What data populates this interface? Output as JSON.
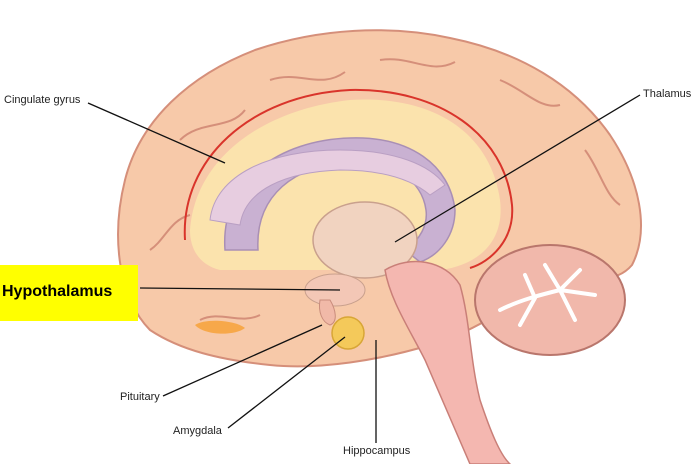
{
  "labels": {
    "cingulate": "Cingulate gyrus",
    "thalamus": "Thalamus",
    "hypothalamus": "Hypothalamus",
    "pituitary": "Pituitary",
    "amygdala": "Amygdala",
    "hippocampus": "Hippocampus"
  },
  "colors": {
    "highlight": "#ffff00",
    "cortex": "#f7c9a9",
    "limbic_ring": "#d9342b",
    "fornix": "#c9b1d2",
    "amygdala": "#f4c95a"
  }
}
